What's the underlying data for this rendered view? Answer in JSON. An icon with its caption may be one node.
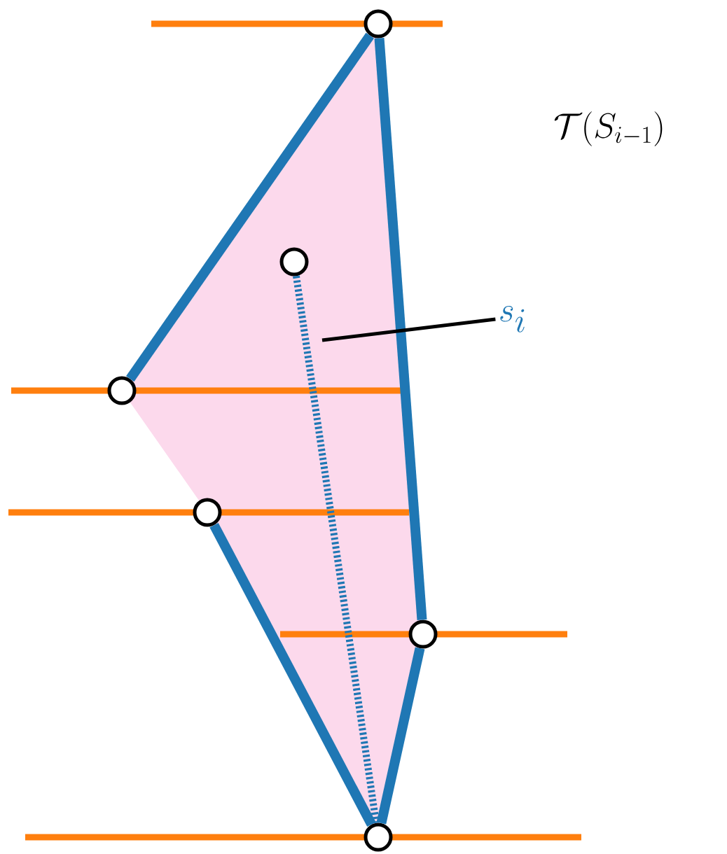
{
  "diagram": {
    "nodes": [
      {
        "text": [],
        "shape": "circle"
      },
      {
        "text": [],
        "shape": "circle"
      },
      {
        "text": [],
        "shape": "circle"
      },
      {
        "text": [],
        "shape": "circle"
      },
      {
        "text": [],
        "shape": "circle"
      },
      {
        "text": [],
        "shape": "circle"
      },
      {
        "text": [
          "s_i"
        ]
      }
    ],
    "edges": [
      {
        "from": 0,
        "to": 2,
        "arrow": "none"
      },
      {
        "from": 3,
        "to": 5,
        "arrow": "none"
      },
      {
        "from": 5,
        "to": 4,
        "arrow": "none"
      },
      {
        "from": 4,
        "to": 0,
        "arrow": "none"
      },
      {
        "from": 1,
        "to": 5,
        "arrow": "none",
        "style": "dashed"
      },
      {
        "from": 6,
        "to": null,
        "arrow": "none",
        "color": "#000000"
      }
    ],
    "labels": [
      "\\mathcal{T}(S_{i-1})"
    ]
  }
}
